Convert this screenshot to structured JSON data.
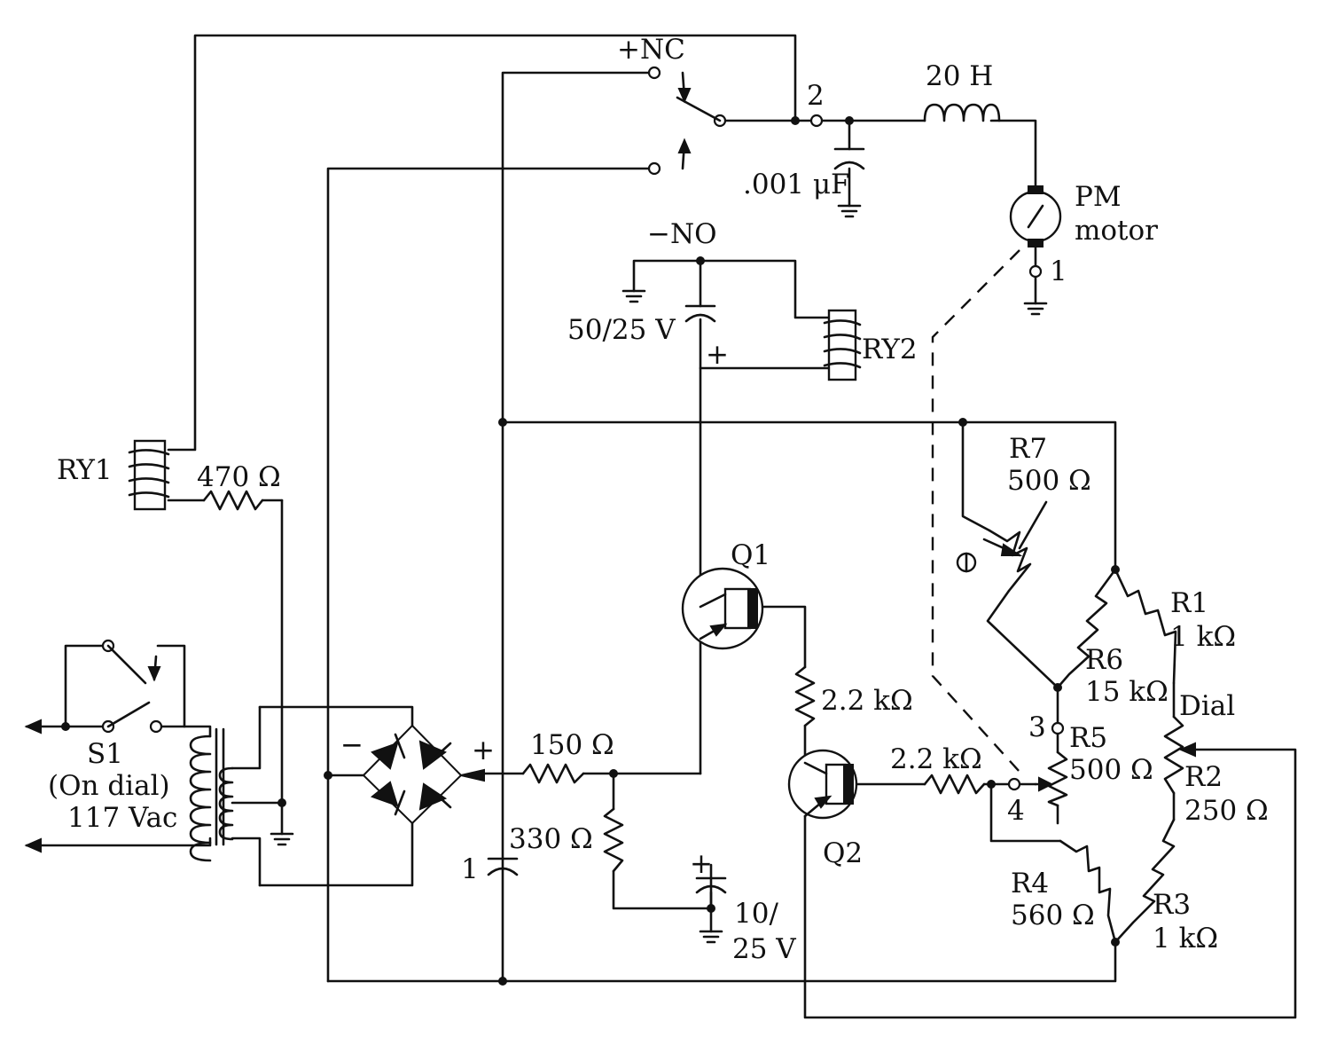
{
  "labels": {
    "nc": "+NC",
    "no": "−NO",
    "node_1": "1",
    "node_2": "2",
    "node_3": "3",
    "node_4": "4",
    "choke": "20 H",
    "cap_001": ".001 μF",
    "motor_line1": "PM",
    "motor_line2": "motor",
    "cap_50_25": "50/25 V",
    "ry2": "RY2",
    "plus_ry2": "+",
    "ry1": "RY1",
    "r_470": "470 Ω",
    "r7_name": "R7",
    "r7_value": "500 Ω",
    "q1": "Q1",
    "q2": "Q2",
    "r1_name": "R1",
    "r1_value": "1 kΩ",
    "r6_name": "R6",
    "r6_value": "15 kΩ",
    "dial": "Dial",
    "r5_name": "R5",
    "r5_value": "500 Ω",
    "r2_name": "R2",
    "r2_value": "250 Ω",
    "r4_name": "R4",
    "r4_value": "560 Ω",
    "r3_name": "R3",
    "r3_value": "1 kΩ",
    "r_2k2_q1": "2.2 kΩ",
    "r_2k2_q2": "2.2 kΩ",
    "r_150": "150 Ω",
    "r_330": "330 Ω",
    "cap_1": "1",
    "cap_10_25_line1": "10/",
    "cap_10_25_line2": "25 V",
    "s1_line1": "S1",
    "s1_line2": "(On dial)",
    "s1_line3": "117 Vac",
    "bridge_minus": "−",
    "bridge_plus": "+",
    "plus_10": "+"
  }
}
